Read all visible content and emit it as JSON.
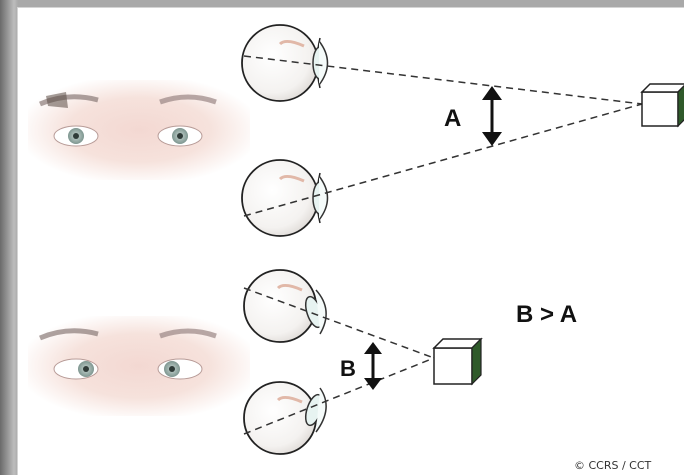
{
  "labels": {
    "angle_a": "A",
    "angle_b": "B",
    "relation": "B > A",
    "credit": "© CCRS / CCT"
  },
  "colors": {
    "cube_side": "#2f5a2a",
    "line": "#333333"
  }
}
